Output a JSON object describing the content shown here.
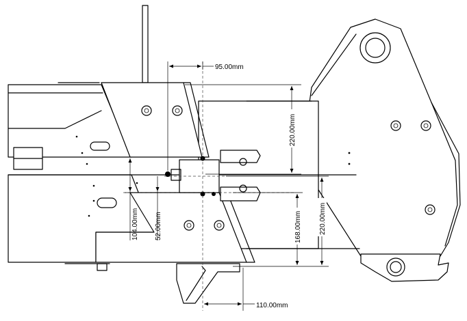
{
  "dimensions": {
    "d_top": "95.00mm",
    "d_right_upper": "220.00mm",
    "d_right_lower_outer": "220.00mm",
    "d_right_lower_inner": "168.00mm",
    "d_left_outer": "104.00mm",
    "d_left_inner": "52.00mm",
    "d_bottom": "110.00mm"
  },
  "colors": {
    "line": "#000000",
    "background": "#ffffff"
  }
}
